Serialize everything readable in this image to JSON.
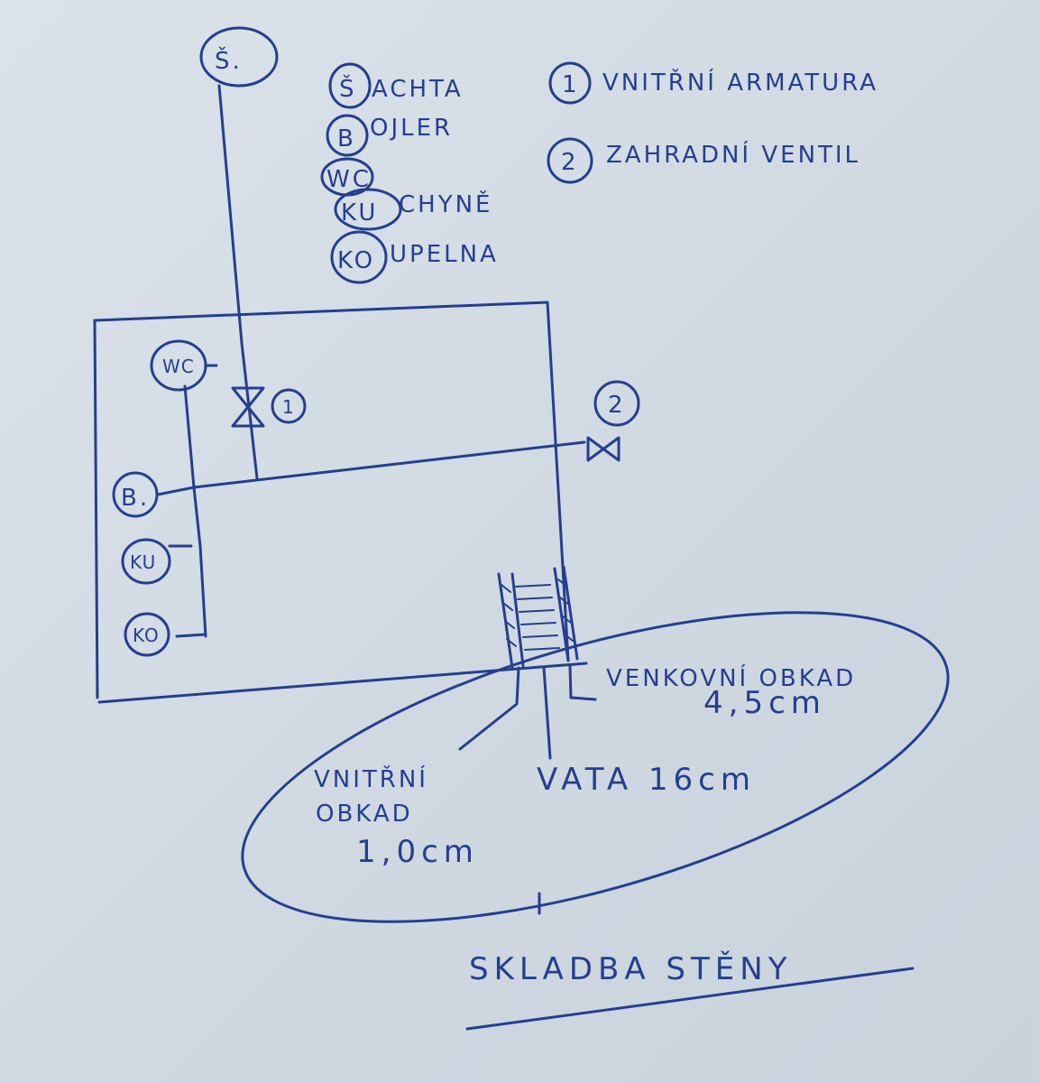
{
  "legend_top": {
    "s_circle": "Š.",
    "items": [
      {
        "abbr": "Š",
        "rest": "ACHTA"
      },
      {
        "abbr": "B",
        "rest": "OJLER"
      },
      {
        "abbr": "WC",
        "rest": ""
      },
      {
        "abbr": "KU",
        "rest": "CHYNĚ"
      },
      {
        "abbr": "KO",
        "rest": "UPELNA"
      }
    ]
  },
  "legend_numbers": [
    {
      "num": "1",
      "label": "VNITŘNÍ ARMATURA"
    },
    {
      "num": "2",
      "label": "ZAHRADNÍ VENTIL"
    }
  ],
  "schema": {
    "wc": "WC",
    "b": "B.",
    "ku": "KU",
    "ko": "KO",
    "valve1": "1",
    "valve2": "2"
  },
  "wall": {
    "outer_label": "VENKOVNÍ OBKAD",
    "outer_value": "4,5cm",
    "inner_label_1": "VNITŘNÍ",
    "inner_label_2": "OBKAD",
    "inner_value": "1,0cm",
    "insulation": "VATA 16cm",
    "title": "SKLADBA STĚNY"
  }
}
